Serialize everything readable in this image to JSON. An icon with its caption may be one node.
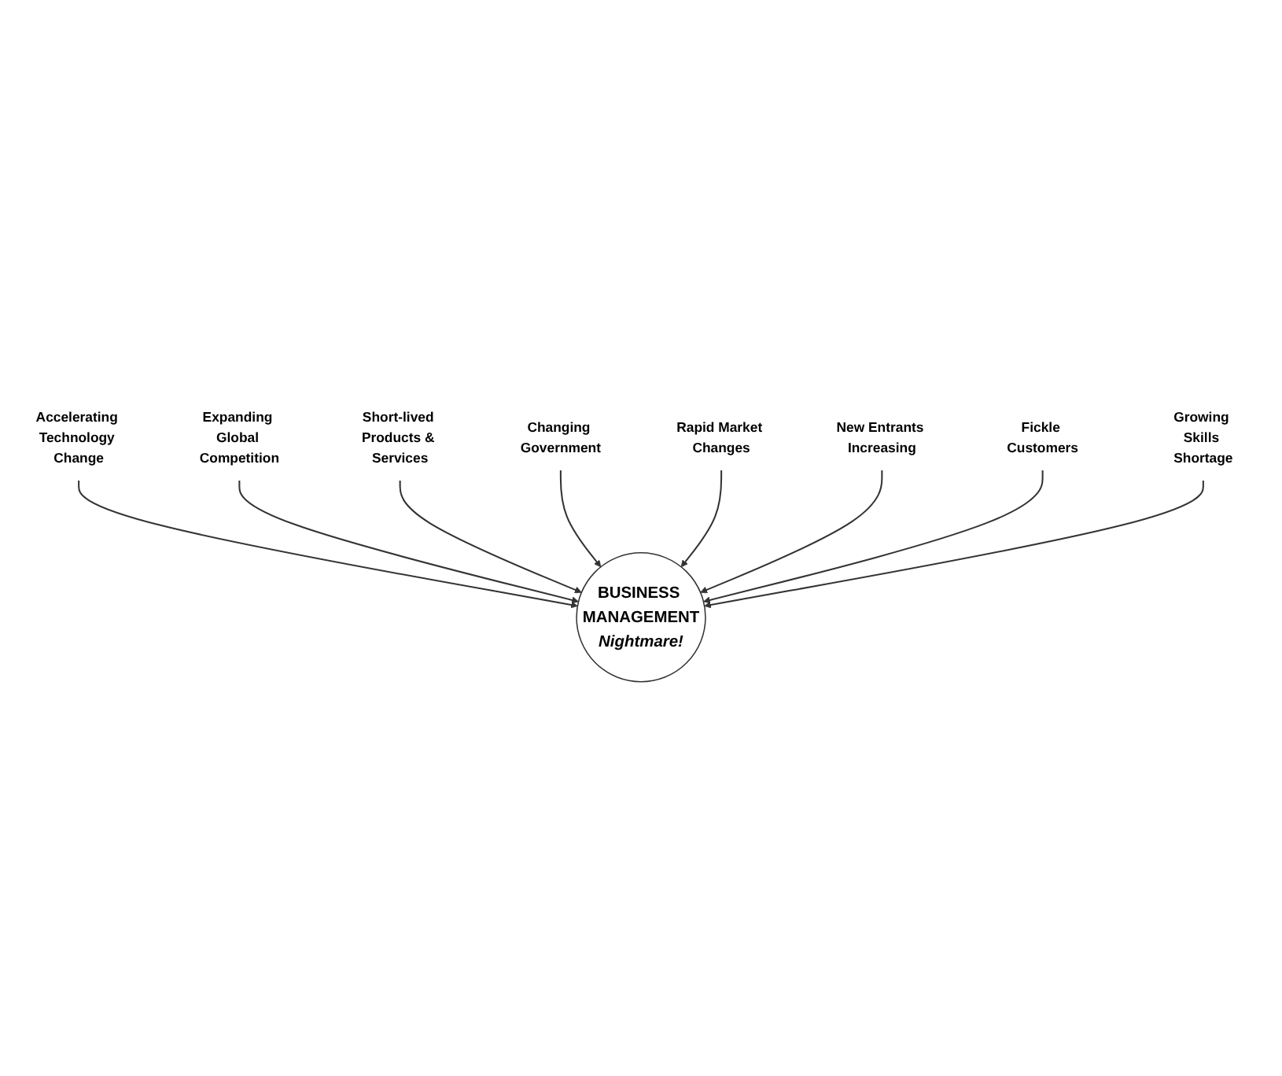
{
  "diagram": {
    "nodes": [
      {
        "text": [
          "Accelerating Technology Change"
        ]
      },
      {
        "text": [
          "Expanding Global Competition"
        ]
      },
      {
        "text": [
          "Short-lived Products & Services"
        ]
      },
      {
        "text": [
          "Changing Government"
        ]
      },
      {
        "text": [
          "BUSINESS MANAGEMENT",
          "Nightmare!"
        ]
      },
      {
        "text": [
          "Rapid Market Changes"
        ]
      },
      {
        "text": [
          "New Entrants Increasing"
        ]
      },
      {
        "text": [
          "Fickle Customers"
        ]
      },
      {
        "text": [
          "Growing Skills Shortage"
        ]
      }
    ],
    "edges": [
      {
        "from": 0,
        "to": 4,
        "arrow": "to"
      },
      {
        "from": 1,
        "to": 4,
        "arrow": "to"
      },
      {
        "from": 2,
        "to": 4,
        "arrow": "to"
      },
      {
        "from": 3,
        "to": 4,
        "arrow": "to"
      },
      {
        "from": 5,
        "to": 4,
        "arrow": "to"
      },
      {
        "from": 6,
        "to": 4,
        "arrow": "to"
      },
      {
        "from": 7,
        "to": 4,
        "arrow": "to"
      },
      {
        "from": 8,
        "to": 4,
        "arrow": "to"
      }
    ]
  }
}
